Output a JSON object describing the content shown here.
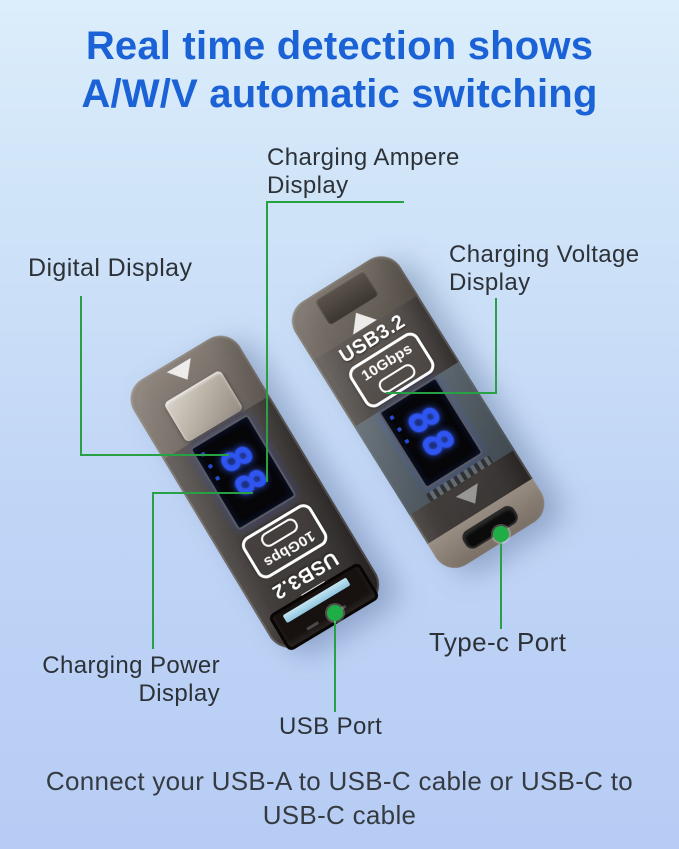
{
  "title": {
    "line1": "Real time detection shows",
    "line2": "A/W/V automatic switching"
  },
  "callouts": {
    "ampere": {
      "line1": "Charging Ampere",
      "line2": "Display"
    },
    "digital": {
      "label": "Digital Display"
    },
    "voltage": {
      "line1": "Charging Voltage",
      "line2": "Display"
    },
    "power": {
      "line1": "Charging Power",
      "line2": "Display"
    },
    "usb_port": {
      "label": "USB Port"
    },
    "type_c_port": {
      "label": "Type-c Port"
    }
  },
  "devices": {
    "left": {
      "model": "USB3.2",
      "speed": "10Gbps",
      "display_value": "88"
    },
    "right": {
      "model": "USB3.2",
      "speed": "10Gbps",
      "display_value": "88"
    }
  },
  "caption": {
    "line1": "Connect your USB-A to USB-C cable or USB-C to",
    "line2": "USB-C cable"
  },
  "colors": {
    "title_blue": "#1a62d6",
    "leader_green": "#27a143",
    "digit_blue": "#2e55f2",
    "background_top": "#dceefb",
    "background_bottom": "#b6ccf4"
  }
}
